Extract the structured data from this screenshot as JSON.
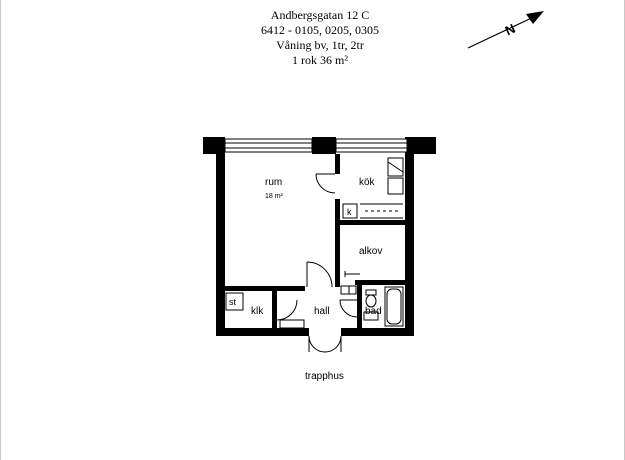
{
  "header": {
    "address": "Andbergsgatan 12 C",
    "unit_numbers": "6412 - 0105, 0205, 0305",
    "floors": "Våning bv, 1tr, 2tr",
    "size": "1 rok  36 m²"
  },
  "compass": {
    "north_label": "N",
    "icon": "north-arrow-icon"
  },
  "rooms": {
    "rum": "rum",
    "rum_area": "18 m²",
    "kok": "kök",
    "k": "k",
    "alkov": "alkov",
    "st": "st",
    "klk": "klk",
    "hall": "hall",
    "badrum": "bad",
    "stairwell": "trapphus"
  }
}
